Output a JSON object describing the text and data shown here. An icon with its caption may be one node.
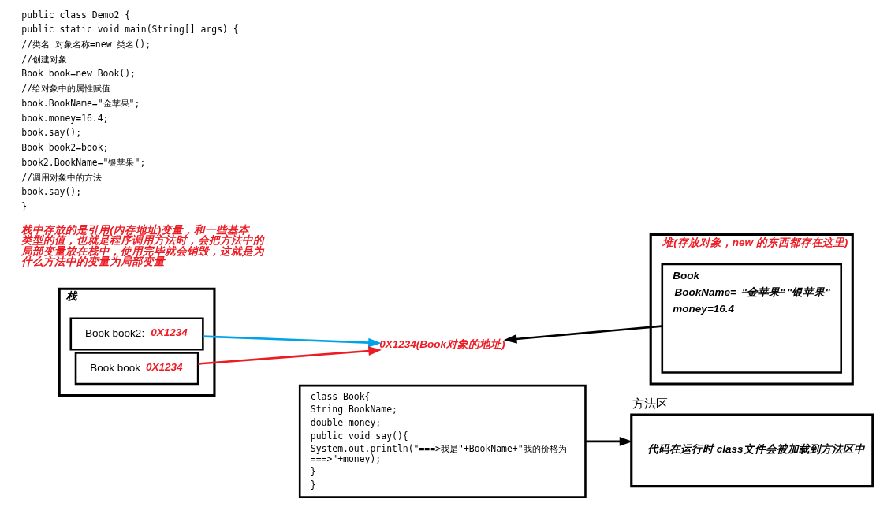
{
  "diagram": {
    "nodes": [
      {
        "text": [
          "栈"
        ]
      },
      {
        "text": [
          "Book book2:",
          "0X1234"
        ],
        "in": 0
      },
      {
        "text": [
          "Book book",
          "0X1234"
        ],
        "in": 0
      },
      {
        "text": [
          "堆(存放对象，new 的东西都存在这里)"
        ]
      },
      {
        "text": [
          "0X1234(Book对象的地址)"
        ]
      },
      {
        "text": [
          "Book",
          "BookName=",
          "\"金苹果\"",
          "\"银苹果\"",
          "money=16.4"
        ],
        "in": 3
      },
      {
        "text": [
          "class Book{",
          "String BookName;",
          "double money;",
          "public void say(){",
          "System.out.println(\"===>我是\"+BookName+\"我的价格为===>\"+money);",
          "}",
          "}"
        ]
      },
      {
        "text": [
          "方法区",
          "代码在运行时 class文件会被加载到方法区中"
        ]
      }
    ],
    "edges": [
      {
        "from": 1,
        "to": 4,
        "arrow": "to",
        "color": "#00a2e8"
      },
      {
        "from": 2,
        "to": 4,
        "arrow": "to",
        "color": "#ed1c24"
      },
      {
        "from": 5,
        "to": 4,
        "arrow": "to"
      },
      {
        "from": 6,
        "to": 7,
        "arrow": "to"
      }
    ],
    "labels": [
      "public class Demo2 {",
      "public static void main(String[] args) {",
      "//类名 对象名称=new 类名();",
      "//创建对象",
      "Book book=new Book();",
      "//给对象中的属性赋值",
      "book.BookName=\"金苹果\";",
      "book.money=16.4;",
      "book.say();",
      "Book book2=book;",
      "book2.BookName=\"银苹果\";",
      "//调用对象中的方法",
      "book.say();",
      "}",
      "栈中存放的是引用(内存地址)变量，和一些基本类型的值，也就是程序调用方法时，会把方法中的局部变量放在栈中，使用完毕就会销毁，这就是为什么方法中的变量为局部变量"
    ]
  }
}
